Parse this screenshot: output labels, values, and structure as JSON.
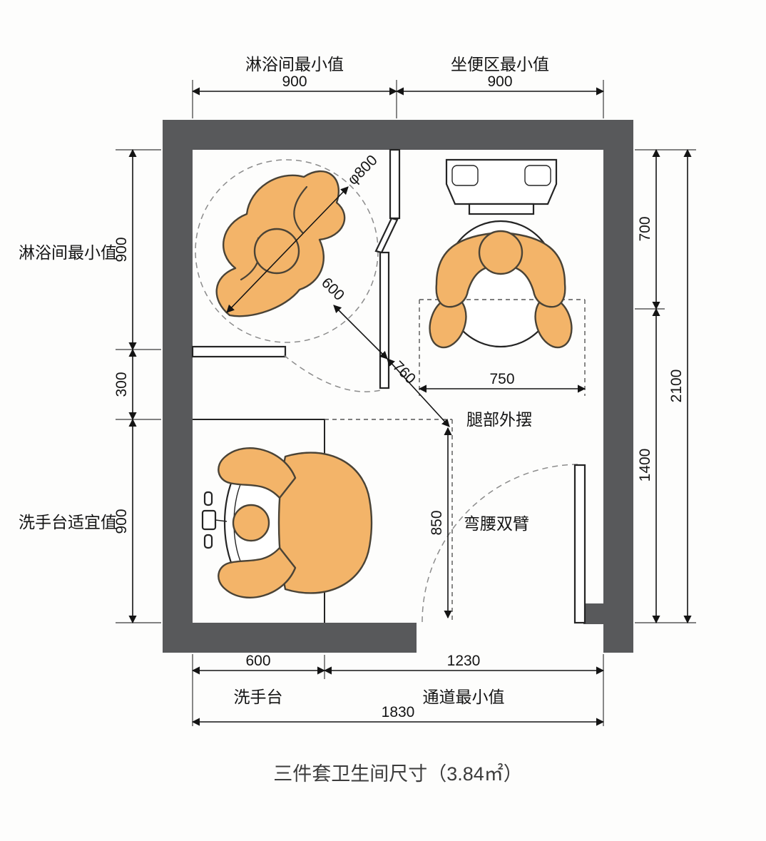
{
  "title": "三件套卫生间尺寸（3.84㎡）",
  "colors": {
    "wall": "#58595b",
    "figure": "#f3b469",
    "line": "#141414",
    "dashed": "#8c8c8c"
  },
  "top": {
    "left_label": "淋浴间最小值",
    "left_value": "900",
    "right_label": "坐便区最小值",
    "right_value": "900"
  },
  "left": {
    "shower_label": "淋浴间最小值",
    "shower_value": "900",
    "gap_value": "300",
    "basin_label": "洗手台适宜值",
    "basin_value": "900"
  },
  "right": {
    "top_value": "700",
    "bottom_value": "1400",
    "total_value": "2100"
  },
  "bottom": {
    "basin_value": "600",
    "basin_label": "洗手台",
    "passage_value": "1230",
    "passage_label": "通道最小值",
    "total_value": "1830"
  },
  "interior": {
    "shower_diameter": "φ800",
    "diag_600": "600",
    "diag_760": "760",
    "toilet_width": "750",
    "legs_label": "腿部外摆",
    "bend_value": "850",
    "bend_label": "弯腰双臂"
  }
}
